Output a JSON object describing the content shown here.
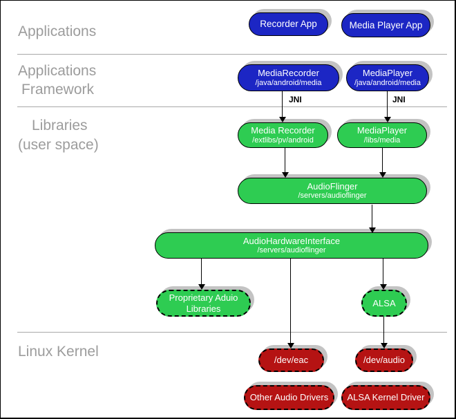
{
  "section_labels": {
    "applications": "Applications",
    "framework_line1": "Applications",
    "framework_line2": "Framework",
    "libraries_line1": "Libraries",
    "libraries_line2": "(user space)",
    "kernel": "Linux Kernel"
  },
  "nodes": {
    "recorder_app": {
      "label": "Recorder App"
    },
    "media_player_app": {
      "label": "Media Player App"
    },
    "media_recorder_fw": {
      "label": "MediaRecorder",
      "path": "/java/android/media"
    },
    "media_player_fw": {
      "label": "MediaPlayer",
      "path": "/java/android/media"
    },
    "media_recorder_lib": {
      "label": "Media Recorder",
      "path": "/extlibs/pv/android"
    },
    "media_player_lib": {
      "label": "MediaPlayer",
      "path": "/libs/media"
    },
    "audio_flinger": {
      "label": "AudioFlinger",
      "path": "/servers/audioflinger"
    },
    "audio_hardware_interface": {
      "label": "AudioHardwareInterface",
      "path": "/servers/audioflinger"
    },
    "proprietary_audio_libraries": {
      "label": "Proprietary Aduio",
      "label2": "Libraries"
    },
    "alsa": {
      "label": "ALSA"
    },
    "dev_eac": {
      "label": "/dev/eac"
    },
    "dev_audio": {
      "label": "/dev/audio"
    },
    "other_audio_drivers": {
      "label": "Other Audio Drivers"
    },
    "alsa_kernel_driver": {
      "label": "ALSA Kernel Driver"
    }
  },
  "edge_labels": {
    "jni_left": "JNI",
    "jni_right": "JNI"
  },
  "colors": {
    "app_blue": "#1c26c4",
    "lib_green": "#2ecc52",
    "kernel_red": "#b51313",
    "shadow_gray": "#c3c3c3",
    "label_gray": "#9c9c9c",
    "divider_gray": "#a8a8a8"
  }
}
